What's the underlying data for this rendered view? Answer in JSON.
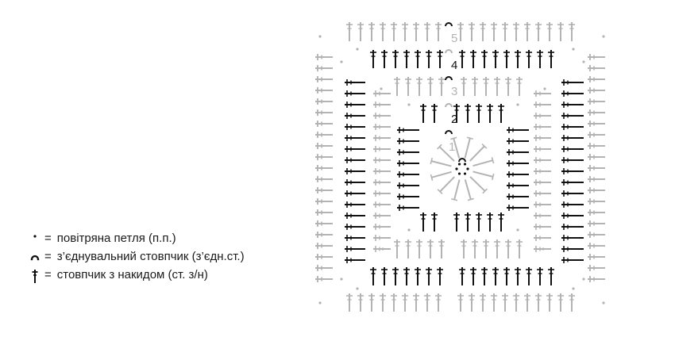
{
  "legend": [
    {
      "symbol": "chain",
      "equals": "=",
      "text": "повітряна петля (п.п.)"
    },
    {
      "symbol": "slip-stitch",
      "equals": "=",
      "text": "з’єднувальний стовпчик (з’єдн.ст.)"
    },
    {
      "symbol": "double-crochet",
      "equals": "=",
      "text": "стовпчик з накидом (ст. з/н)"
    }
  ],
  "rounds": [
    {
      "number": "1",
      "color": "#b3b3b3"
    },
    {
      "number": "2",
      "color": "#111111"
    },
    {
      "number": "3",
      "color": "#b3b3b3"
    },
    {
      "number": "4",
      "color": "#111111"
    },
    {
      "number": "5",
      "color": "#b3b3b3"
    }
  ],
  "colors": {
    "dark": "#111111",
    "light": "#b3b3b3",
    "background": "#ffffff"
  }
}
